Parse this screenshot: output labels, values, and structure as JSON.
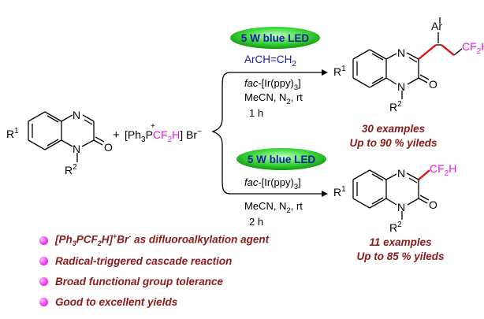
{
  "colors": {
    "magenta": "#e21ae2",
    "red_bond": "#e01010",
    "dark_red_text": "#8b1a1a",
    "pill_green": "#2ecc2e",
    "pill_text": "#1a1aa6"
  },
  "icons": [
    "bullet-dot-icon",
    "brace-icon",
    "arrow-icon",
    "led-pill-icon"
  ],
  "start": {
    "label_N": "N",
    "label_O": "O",
    "label_R1": "R",
    "label_R1_sup": "1",
    "label_R2": "R",
    "label_R2_sup": "2",
    "plus": "+"
  },
  "reagent": {
    "open": "[Ph",
    "sub3": "3",
    "P": "P",
    "plus_sup": "+",
    "cf2h": "CF",
    "cf2h_sub": "2",
    "H": "H",
    "close": "] Br",
    "minus": "−"
  },
  "top_reaction": {
    "led_label": "5 W blue LED",
    "alkene_pre": "ArCH=CH",
    "alkene_sub": "2",
    "catalyst_italic": "fac",
    "catalyst_rest": "-[Ir(ppy)",
    "catalyst_sub": "3",
    "catalyst_close": "]",
    "solvent_pre": "MeCN, N",
    "solvent_sub": "2",
    "solvent_post": ", rt",
    "time": "1 h",
    "product_Ar": "Ar",
    "product_CF2H": "CF",
    "product_CF2H_sub": "2",
    "product_H": "H",
    "examples": "30 examples",
    "yields": "Up to 90 % yileds"
  },
  "bottom_reaction": {
    "led_label": "5 W blue LED",
    "catalyst_italic": "fac",
    "catalyst_rest": "-[Ir(ppy)",
    "catalyst_sub": "3",
    "catalyst_close": "]",
    "solvent_pre": "MeCN, N",
    "solvent_sub": "2",
    "solvent_post": ", rt",
    "time": "2 h",
    "product_CF2H": "CF",
    "product_CF2H_sub": "2",
    "product_H": "H",
    "examples": "11 examples",
    "yields": "Up to 85 % yileds"
  },
  "bullets": [
    "[Ph3PCF2H]+Br- as difluoroalkylation agent",
    "Radical-triggered cascade reaction",
    "Broad functional group tolerance",
    "Good to excellent yields"
  ]
}
